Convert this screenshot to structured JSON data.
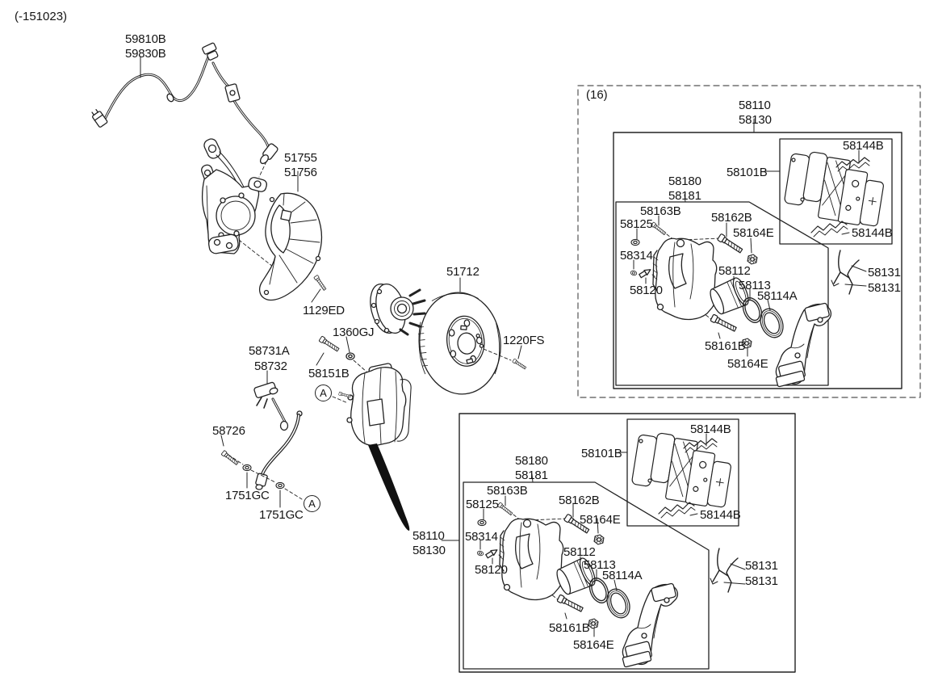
{
  "diagram": {
    "revision_code": "(-151023)",
    "group_tag": "(16)",
    "callout_letter": "A",
    "colors": {
      "line": "#222222",
      "fill": "#ffffff",
      "wedge": "#111111"
    },
    "labels": [
      {
        "text": "59810B"
      },
      {
        "text": "59830B"
      },
      {
        "text": "51755"
      },
      {
        "text": "51756"
      },
      {
        "text": "51712"
      },
      {
        "text": "1129ED"
      },
      {
        "text": "1360GJ"
      },
      {
        "text": "58731A"
      },
      {
        "text": "58732"
      },
      {
        "text": "58151B"
      },
      {
        "text": "1220FS"
      },
      {
        "text": "58726"
      },
      {
        "text": "1751GC"
      },
      {
        "text": "1751GC"
      },
      {
        "text": "58110"
      },
      {
        "text": "58130"
      },
      {
        "text": "58110"
      },
      {
        "text": "58130"
      },
      {
        "text": "58144B"
      },
      {
        "text": "58101B"
      },
      {
        "text": "58180"
      },
      {
        "text": "58181"
      },
      {
        "text": "58163B"
      },
      {
        "text": "58125"
      },
      {
        "text": "58162B"
      },
      {
        "text": "58164E"
      },
      {
        "text": "58314"
      },
      {
        "text": "58120"
      },
      {
        "text": "58112"
      },
      {
        "text": "58113"
      },
      {
        "text": "58114A"
      },
      {
        "text": "58161B"
      },
      {
        "text": "58164E"
      },
      {
        "text": "58131"
      },
      {
        "text": "58131"
      },
      {
        "text": "58144B"
      },
      {
        "text": "58180"
      },
      {
        "text": "58181"
      },
      {
        "text": "58101B"
      },
      {
        "text": "58144B"
      },
      {
        "text": "58163B"
      },
      {
        "text": "58125"
      },
      {
        "text": "58162B"
      },
      {
        "text": "58164E"
      },
      {
        "text": "58314"
      },
      {
        "text": "58120"
      },
      {
        "text": "58112"
      },
      {
        "text": "58113"
      },
      {
        "text": "58114A"
      },
      {
        "text": "58161B"
      },
      {
        "text": "58164E"
      },
      {
        "text": "58131"
      },
      {
        "text": "58131"
      },
      {
        "text": "58144B"
      }
    ]
  }
}
